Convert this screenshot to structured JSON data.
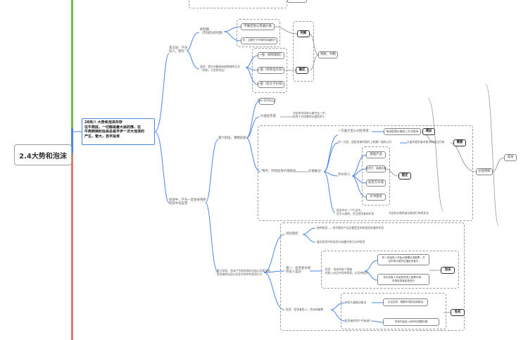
{
  "root": {
    "label": "2.4大势和泡沫"
  },
  "main": {
    "lines": [
      "28亮八 大势和泡沫并存",
      "在牛熊底，一切都是最大恶的推，在",
      "牛熊转换阶段会总是平步一次大泡沫的",
      "产生，管大，自平投资"
    ]
  },
  "top_branch": {
    "label_lines": [
      "第五层：产生",
      "投入，管控"
    ],
    "sub1": {
      "label_lines": [
        "抑制期",
        "（市场的初时期）"
      ]
    },
    "sub1_items": [
      "不确定性与普遍价值",
      "利：主要在于市场的持续推升"
    ],
    "sub1_tag": "判断",
    "sub2": {
      "label_lines": [
        "监控：首先对最具有新鲜感的企业",
        "（例如，大型的对比）"
      ]
    },
    "sub2_items": [
      "一股（抑制期前）",
      "一股（持续拉升前）",
      "一股（拉仓于价值）"
    ],
    "sub2_tag": "确定",
    "outer_tag": "判断，判断"
  },
  "bottom_branch": {
    "label_lines": [
      "投资中，产生一定会采用原",
      "投资中去投资"
    ],
    "upper": {
      "label": "第六阶段，策略前提",
      "item1": "5%-10%以上",
      "item2_label": "价值投资者",
      "item2_text_lines": [
        "对应的市场参与者中去一步，",
        "投资于对短期的价值投资人"
      ],
      "core_label": "特点：持续投资价值驱动",
      "core_tag": "价值推动",
      "r1_text": "一方面大型公司投资者",
      "r1_box": "推进股票价格的上升并保持",
      "r1_tag": "增加",
      "r2_text": "另一方面，因投资者的操作上前景广阔的公司",
      "r2_box": "大量的投资者对股市的关注开始",
      "r2_tag": "需要",
      "mid_label": "评价的人",
      "mid_items": [
        "基础产品",
        "投资方，高速估值",
        "投资方价值",
        "对冲基金"
      ],
      "mid_tag": "稳定",
      "bottom_text_lines": [
        "投资中在一个行业中，",
        "还可以继续，并且投资者的作用"
      ],
      "bottom_box": "对这些价格的波动来进行持续优化",
      "outer_tag": "价值判断",
      "far_tag": "成本"
    },
    "lower": {
      "label_lines": [
        "第七阶段，泡沫产生前阶段的出现以及相关的",
        "投资者的出现以及在市场中的投资行为"
      ],
      "s1_label": "风险管控",
      "s1_items": [
        "各种投资——系列相关产品后都是会的持续投资者的作用",
        "要对投资中的风险与机遇并进行对冲投资"
      ],
      "s2_label_lines": [
        "第八：投资者价格",
        "的投入差异"
      ],
      "s2_mid_lines": [
        "投资：市场的各个领域",
        "的投入对比市场的表现，以及持续的"
      ],
      "s2_items": [
        "有一定量的人开始大规模买进股票，并",
        "且市场大型的估值投资者中",
        "将大多数人开始考虑进入股票市场，",
        "市场投资者投资进行"
      ],
      "s2_tag": "泡沫",
      "s3_label": "投资：投资者投入，泡沫的破裂",
      "s3_items": [
        "持续大量推动股市",
        "无论如何，随着市场的持续推动",
        "投资者的资产开始减少",
        "市场开始进入熊市的调整时期"
      ],
      "s3_tag": "危机"
    }
  },
  "colors": {
    "green": "#6cc04a",
    "red": "#e8756c",
    "blue": "#4a86e8",
    "line_blue": "#4a86e8"
  }
}
